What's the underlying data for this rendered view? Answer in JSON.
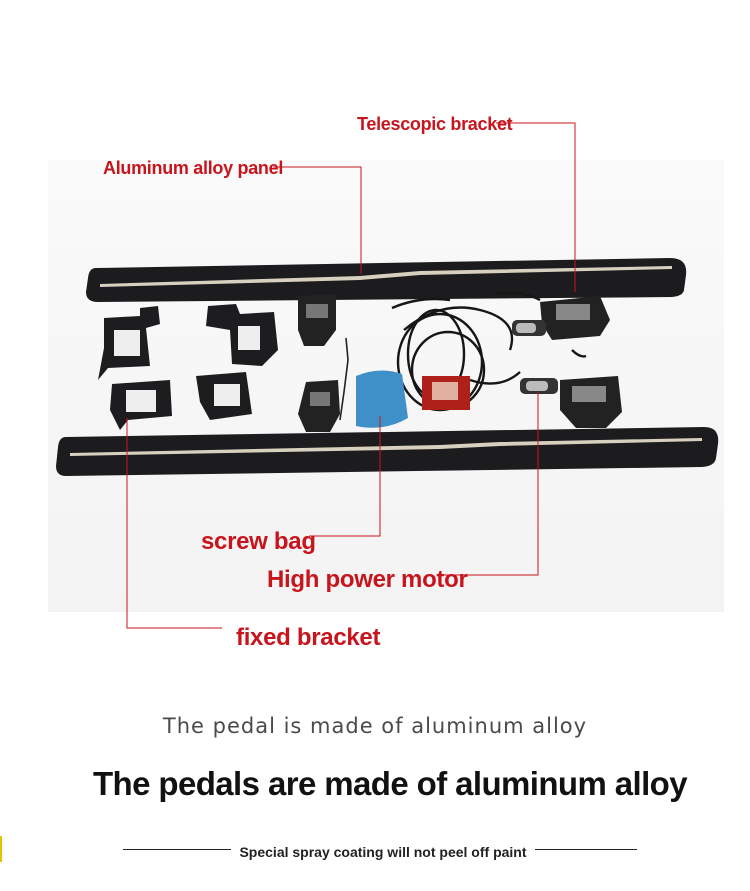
{
  "callouts": {
    "telescopic_bracket": "Telescopic bracket",
    "aluminum_panel": "Aluminum alloy panel",
    "screw_bag": "screw bag",
    "high_power_motor": "High power motor",
    "fixed_bracket": "fixed bracket"
  },
  "subtitle": "The pedal is made of aluminum alloy",
  "headline": "The pedals are made of aluminum alloy",
  "footnote": "Special spray coating will not peel off paint",
  "colors": {
    "callout_red": "#c8151d",
    "pedal_black": "#1c1c1e",
    "screw_bag_blue": "#3f8fc9"
  }
}
